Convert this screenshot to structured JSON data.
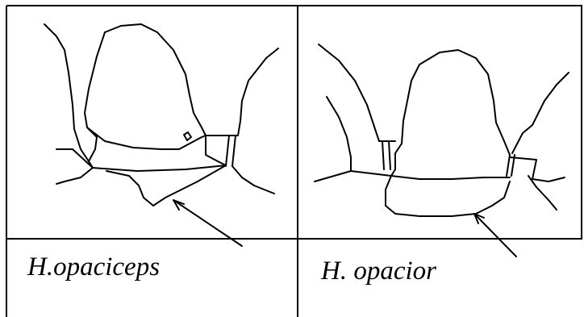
{
  "panels": [
    {
      "id": "left",
      "species_label": "H.opaciceps"
    },
    {
      "id": "right",
      "species_label": "H. opacior"
    }
  ],
  "colors": {
    "line": "#000000",
    "background": "#ffffff"
  }
}
